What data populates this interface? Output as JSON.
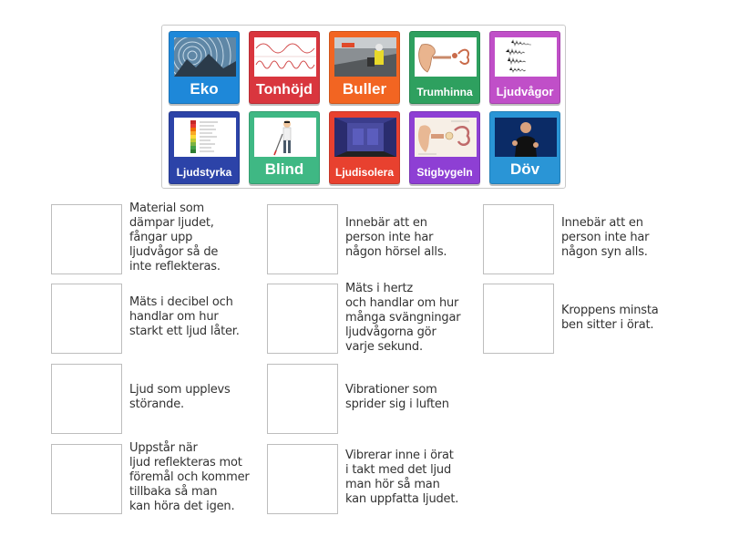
{
  "tiles": [
    {
      "label": "Eko",
      "color": "#1e88d9",
      "image": "sound-wave-rings-mountains-image"
    },
    {
      "label": "Tonhöjd",
      "color": "#d9363e",
      "image": "wave-pitch-diagram-image"
    },
    {
      "label": "Buller",
      "color": "#f26522",
      "image": "road-worker-jackhammer-image"
    },
    {
      "label": "Trumhinna",
      "color": "#2ea05f",
      "image": "ear-anatomy-image"
    },
    {
      "label": "Ljudvågor",
      "color": "#c04fc8",
      "image": "sound-waveforms-image"
    },
    {
      "label": "Ljudstyrka",
      "color": "#2c43a8",
      "image": "decibel-scale-chart-image"
    },
    {
      "label": "Blind",
      "color": "#3fb884",
      "image": "person-with-white-cane-image"
    },
    {
      "label": "Ljudisolera",
      "color": "#e8412f",
      "image": "soundproof-room-image"
    },
    {
      "label": "Stigbygeln",
      "color": "#8e3fd4",
      "image": "inner-ear-diagram-image"
    },
    {
      "label": "Döv",
      "color": "#2a95d6",
      "image": "sign-language-interpreter-image"
    }
  ],
  "targets": [
    "Material som\ndämpar ljudet,\nfångar upp\nljudvågor så de\ninte reflekteras.",
    "Innebär att en\nperson inte har\nnågon hörsel alls.",
    "Innebär att en\nperson inte har\nnågon syn alls.",
    "Mäts i decibel och\nhandlar om hur\nstarkt ett ljud låter.",
    "Mäts i hertz\noch handlar om hur\nmånga svängningar\nljudvågorna gör\nvarje sekund.",
    "Kroppens minsta\nben sitter i örat.",
    "Ljud som upplevs\nstörande.",
    "Vibrationer som\nsprider sig i luften",
    "Uppstår när\nljud reflekteras mot\nföremål och kommer\ntillbaka så man\nkan höra det igen.",
    "Vibrerar inne i örat\ni takt med det ljud\nman hör så man\nkan uppfatta ljudet."
  ]
}
